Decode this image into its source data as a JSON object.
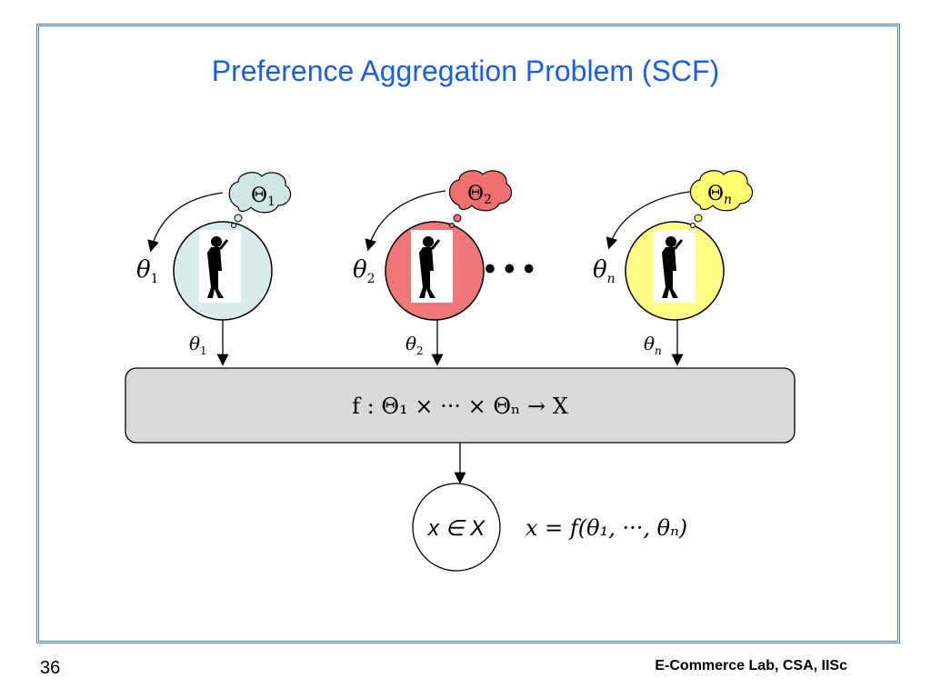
{
  "slide": {
    "title": "Preference Aggregation Problem (SCF)",
    "number": "36",
    "footer": "E-Commerce  Lab, CSA, IISc"
  },
  "agents": [
    {
      "id": "1",
      "type_label": "θ",
      "type_sub": "1",
      "thought_label": "Θ",
      "thought_sub": "1",
      "circle_color": "#d9ecec",
      "cloud_color": "#cfe6e6"
    },
    {
      "id": "2",
      "type_label": "θ",
      "type_sub": "2",
      "thought_label": "Θ",
      "thought_sub": "2",
      "circle_color": "#f07878",
      "cloud_color": "#f07070"
    },
    {
      "id": "n",
      "type_label": "θ",
      "type_sub": "n",
      "thought_label": "Θ",
      "thought_sub": "n",
      "circle_color": "#ffff88",
      "cloud_color": "#ffff70"
    }
  ],
  "ellipsis": "• • •",
  "function_box": {
    "text": "f : Θ₁ × ··· × Θₙ → X",
    "fill": "#d9d9d9"
  },
  "outcome": {
    "circle_text": "x ∈ X",
    "equation": "x = f(θ₁, ···, θₙ)"
  }
}
